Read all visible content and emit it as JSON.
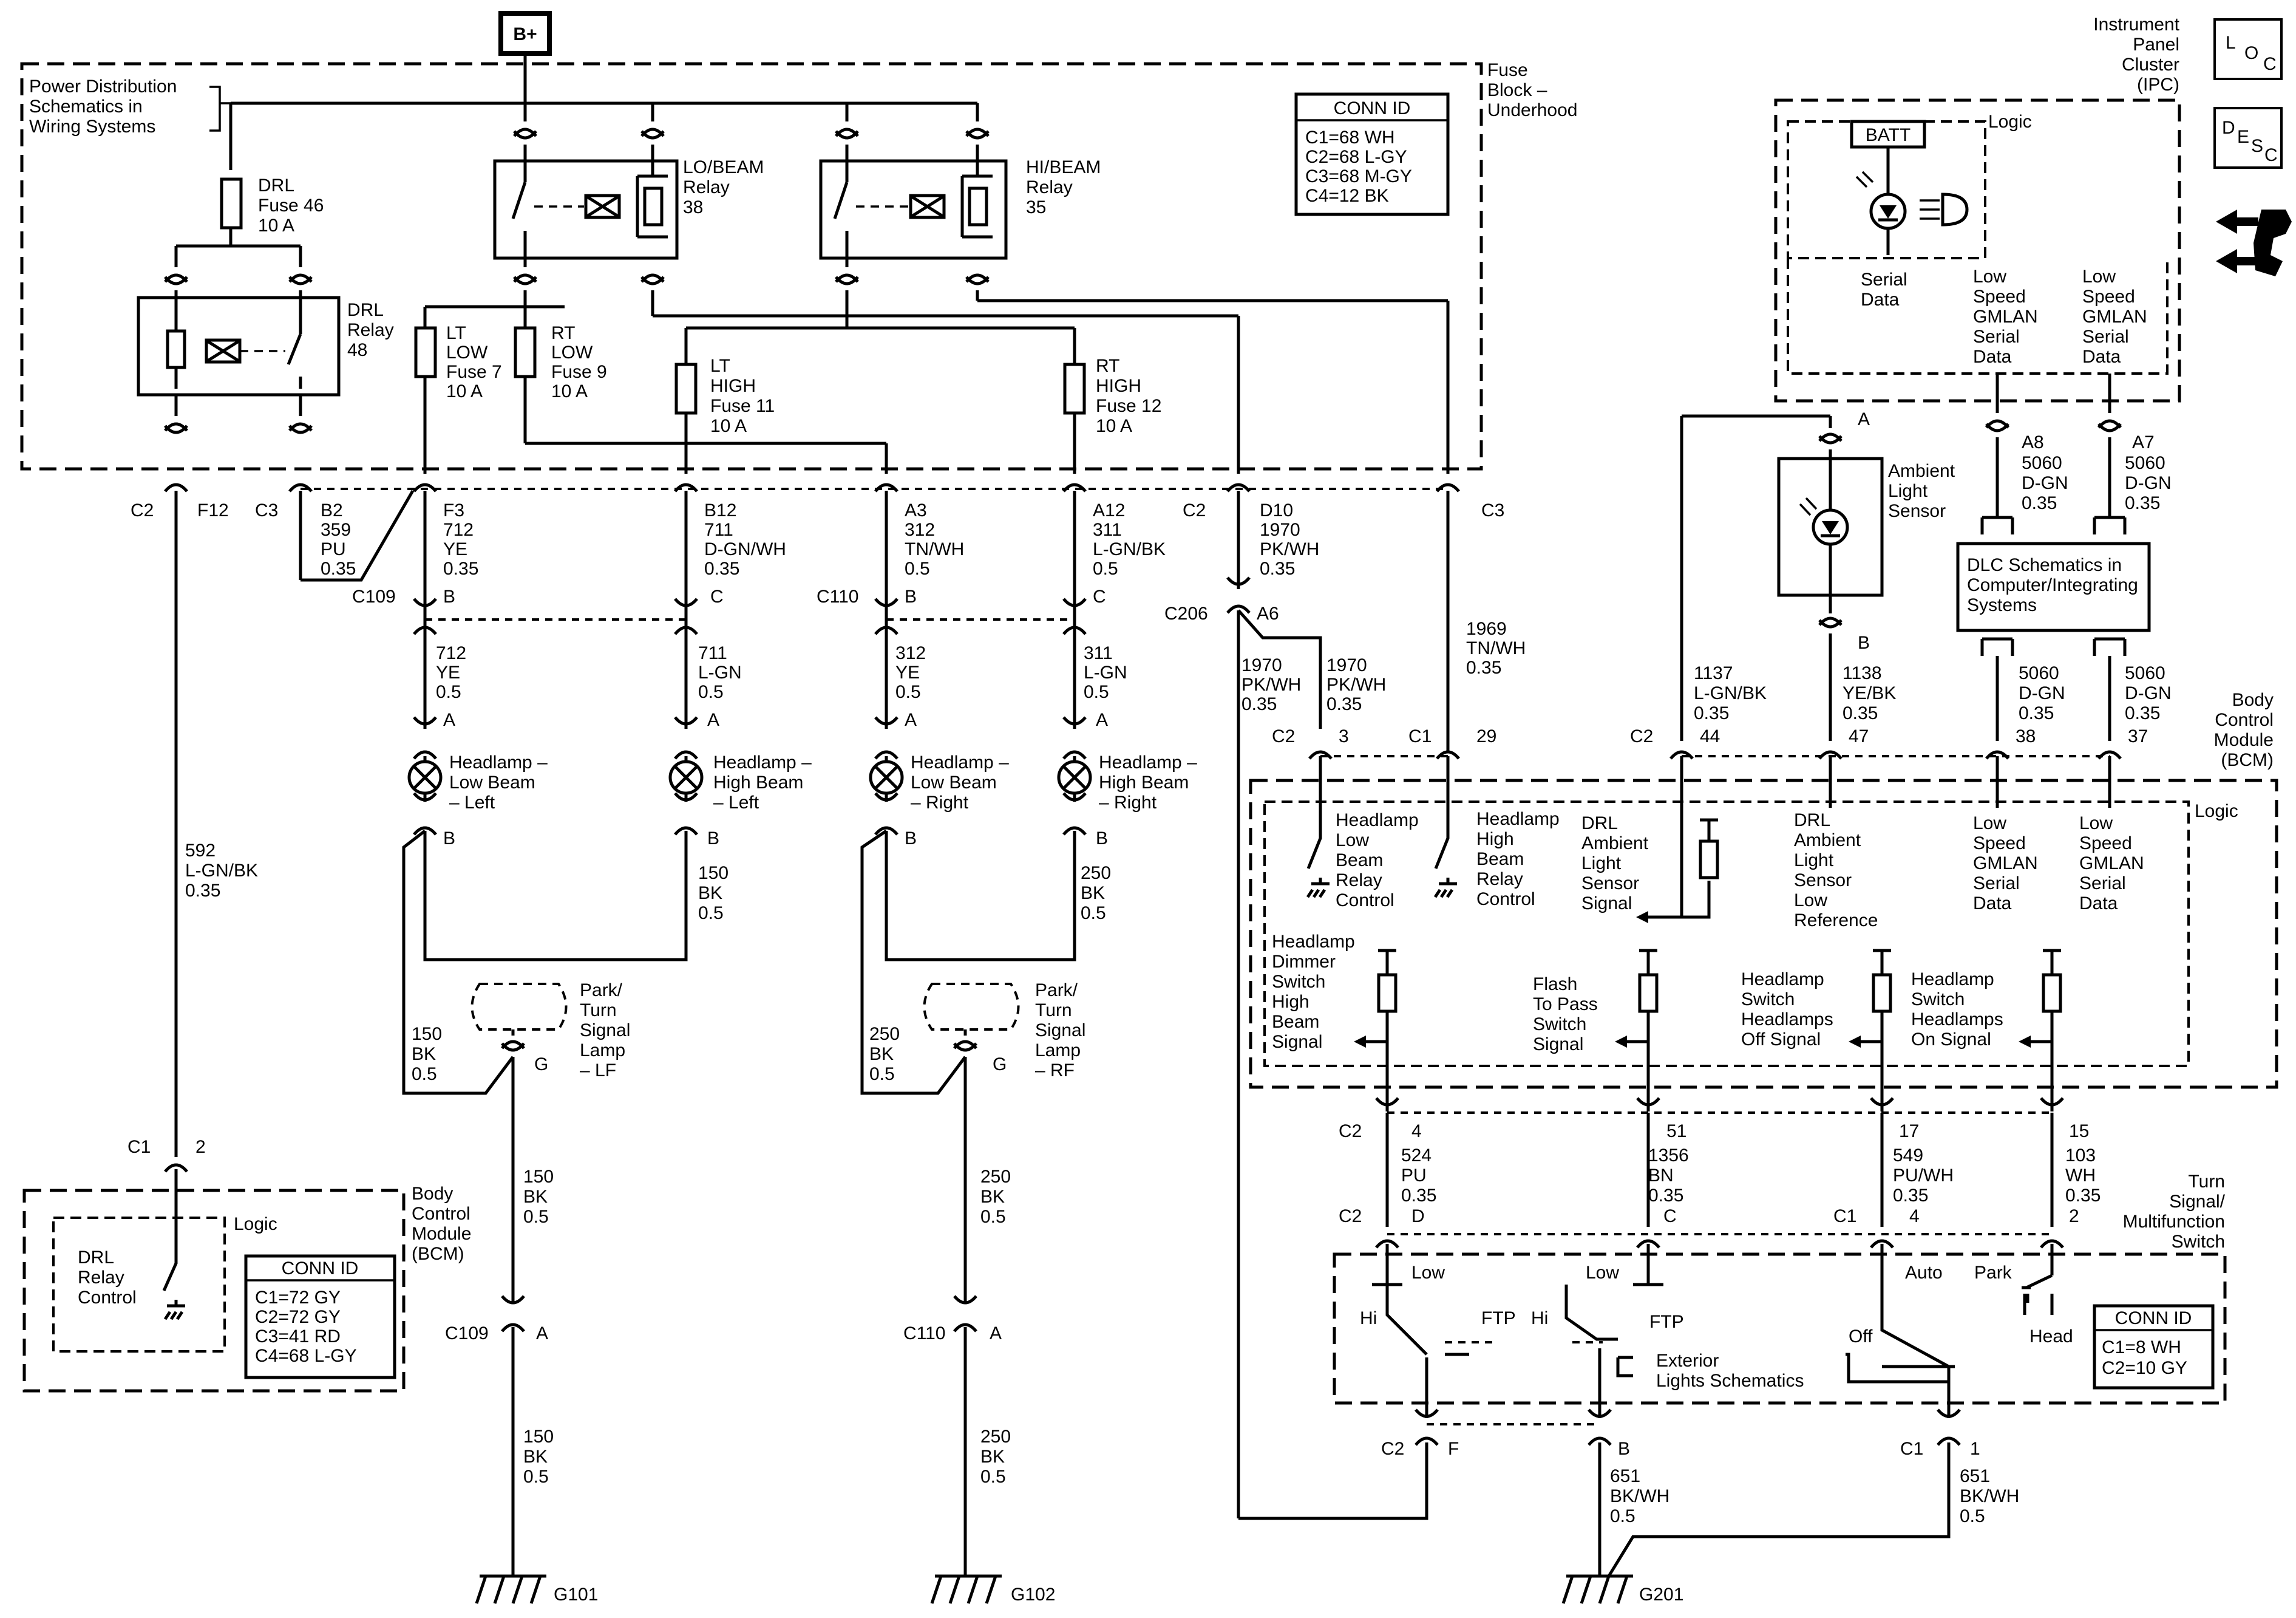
{
  "power": {
    "b_plus": "B+"
  },
  "fuse_block": {
    "title": [
      "Fuse",
      "Block –",
      "Underhood"
    ],
    "pdist_note": [
      "Power Distribution",
      "Schematics in",
      "Wiring Systems"
    ],
    "conn_id": {
      "title": "CONN ID",
      "lines": [
        "C1=68 WH",
        "C2=68 L-GY",
        "C3=68 M-GY",
        "C4=12 BK"
      ]
    },
    "drl_fuse": [
      "DRL",
      "Fuse 46",
      "10 A"
    ],
    "drl_relay": [
      "DRL",
      "Relay",
      "48"
    ],
    "lo_relay": [
      "LO/BEAM",
      "Relay",
      "38"
    ],
    "hi_relay": [
      "HI/BEAM",
      "Relay",
      "35"
    ],
    "lt_low_fuse": [
      "LT",
      "LOW",
      "Fuse 7",
      "10 A"
    ],
    "rt_low_fuse": [
      "RT",
      "LOW",
      "Fuse 9",
      "10 A"
    ],
    "lt_high_fuse": [
      "LT",
      "HIGH",
      "Fuse 11",
      "10 A"
    ],
    "rt_high_fuse": [
      "RT",
      "HIGH",
      "Fuse 12",
      "10 A"
    ]
  },
  "conn_labels": {
    "c2_a": "C2",
    "f12": "F12",
    "c3_a": "C3",
    "b2": "B2",
    "f3": "F3",
    "b12": "B12",
    "a3": "A3",
    "a12": "A12",
    "c2_b": "C2",
    "d10": "D10",
    "c3_b": "C3",
    "c109_top": "C109",
    "c109_b": "B",
    "c109_c": "C",
    "c110_top": "C110",
    "c110_b": "B",
    "c110_c": "C",
    "c206": "C206",
    "a6": "A6"
  },
  "wires": {
    "w359": [
      "359",
      "PU",
      "0.35"
    ],
    "w712a": [
      "712",
      "YE",
      "0.35"
    ],
    "w711a": [
      "711",
      "D-GN/WH",
      "0.35"
    ],
    "w312a": [
      "312",
      "TN/WH",
      "0.5"
    ],
    "w311a": [
      "311",
      "L-GN/BK",
      "0.5"
    ],
    "w1970a": [
      "1970",
      "PK/WH",
      "0.35"
    ],
    "w712b": [
      "712",
      "YE",
      "0.5"
    ],
    "w711b": [
      "711",
      "L-GN",
      "0.5"
    ],
    "w312b": [
      "312",
      "YE",
      "0.5"
    ],
    "w311b": [
      "311",
      "L-GN",
      "0.5"
    ],
    "w1970b": [
      "1970",
      "PK/WH",
      "0.35"
    ],
    "w1970c": [
      "1970",
      "PK/WH",
      "0.35"
    ],
    "w1969": [
      "1969",
      "TN/WH",
      "0.35"
    ],
    "w592": [
      "592",
      "L-GN/BK",
      "0.35"
    ],
    "w150a": [
      "150",
      "BK",
      "0.5"
    ],
    "w250a": [
      "250",
      "BK",
      "0.5"
    ],
    "w150b": [
      "150",
      "BK",
      "0.5"
    ],
    "w250b": [
      "250",
      "BK",
      "0.5"
    ],
    "w150c": [
      "150",
      "BK",
      "0.5"
    ],
    "w250c": [
      "250",
      "BK",
      "0.5"
    ],
    "w150d": [
      "150",
      "BK",
      "0.5"
    ],
    "w250d": [
      "250",
      "BK",
      "0.5"
    ],
    "w1137": [
      "1137",
      "L-GN/BK",
      "0.35"
    ],
    "w1138": [
      "1138",
      "YE/BK",
      "0.35"
    ],
    "w5060a": [
      "5060",
      "D-GN",
      "0.35"
    ],
    "w5060b": [
      "5060",
      "D-GN",
      "0.35"
    ],
    "w5060c": [
      "5060",
      "D-GN",
      "0.35"
    ],
    "w5060d": [
      "5060",
      "D-GN",
      "0.35"
    ],
    "w524": [
      "524",
      "PU",
      "0.35"
    ],
    "w1356": [
      "1356",
      "BN",
      "0.35"
    ],
    "w549": [
      "549",
      "PU/WH",
      "0.35"
    ],
    "w103": [
      "103",
      "WH",
      "0.35"
    ],
    "w651a": [
      "651",
      "BK/WH",
      "0.5"
    ],
    "w651b": [
      "651",
      "BK/WH",
      "0.5"
    ]
  },
  "headlamps": {
    "low_left": [
      "Headlamp –",
      "Low Beam",
      "– Left"
    ],
    "high_left": [
      "Headlamp –",
      "High Beam",
      "– Left"
    ],
    "low_right": [
      "Headlamp –",
      "Low Beam",
      "– Right"
    ],
    "high_right": [
      "Headlamp –",
      "High Beam",
      "– Right"
    ],
    "pin_a": "A",
    "pin_b": "B"
  },
  "park_lamps": {
    "lf": [
      "Park/",
      "Turn",
      "Signal",
      "Lamp",
      "– LF"
    ],
    "rf": [
      "Park/",
      "Turn",
      "Signal",
      "Lamp",
      "– RF"
    ],
    "pin_g": "G"
  },
  "grounds": {
    "c109": "C109",
    "c110": "C110",
    "pin_a": "A",
    "g101": "G101",
    "g102": "G102",
    "g201": "G201"
  },
  "bcm_left": {
    "title": [
      "Body",
      "Control",
      "Module",
      "(BCM)"
    ],
    "logic": "Logic",
    "drl_control": [
      "DRL",
      "Relay",
      "Control"
    ],
    "c1": "C1",
    "pin2": "2",
    "conn_id": {
      "title": "CONN ID",
      "lines": [
        "C1=72 GY",
        "C2=72 GY",
        "C3=41 RD",
        "C4=68 L-GY"
      ]
    }
  },
  "ipc": {
    "title": [
      "Instrument",
      "Panel",
      "Cluster",
      "(IPC)"
    ],
    "logic": "Logic",
    "batt": "BATT",
    "serial_data": [
      "Serial",
      "Data"
    ],
    "gmlan1": [
      "Low",
      "Speed",
      "GMLAN",
      "Serial",
      "Data"
    ],
    "gmlan2": [
      "Low",
      "Speed",
      "GMLAN",
      "Serial",
      "Data"
    ],
    "pin_a8": "A8",
    "pin_a7": "A7",
    "loc": [
      "L",
      "O",
      "C"
    ],
    "desc": [
      "D",
      "E",
      "S",
      "C"
    ]
  },
  "ambient_sensor": {
    "label": [
      "Ambient",
      "Light",
      "Sensor"
    ],
    "pin_a": "A",
    "pin_b": "B"
  },
  "dlc": {
    "label": [
      "DLC Schematics in",
      "Computer/Integrating",
      "Systems"
    ]
  },
  "bcm_right": {
    "title": [
      "Body",
      "Control",
      "Module",
      "(BCM)"
    ],
    "logic": "Logic",
    "c2_a": "C2",
    "pin3": "3",
    "c1": "C1",
    "pin29": "29",
    "c2_b": "C2",
    "pin44": "44",
    "pin47": "47",
    "pin38": "38",
    "pin37": "37",
    "low_relay": [
      "Headlamp",
      "Low",
      "Beam",
      "Relay",
      "Control"
    ],
    "high_relay": [
      "Headlamp",
      "High",
      "Beam",
      "Relay",
      "Control"
    ],
    "drl_sig": [
      "DRL",
      "Ambient",
      "Light",
      "Sensor",
      "Signal"
    ],
    "drl_low_ref": [
      "DRL",
      "Ambient",
      "Light",
      "Sensor",
      "Low",
      "Reference"
    ],
    "gmlan1": [
      "Low",
      "Speed",
      "GMLAN",
      "Serial",
      "Data"
    ],
    "gmlan2": [
      "Low",
      "Speed",
      "GMLAN",
      "Serial",
      "Data"
    ],
    "dimmer": [
      "Headlamp",
      "Dimmer",
      "Switch",
      "High",
      "Beam",
      "Signal"
    ],
    "flash": [
      "Flash",
      "To Pass",
      "Switch",
      "Signal"
    ],
    "off_sig": [
      "Headlamp",
      "Switch",
      "Headlamps",
      "Off Signal"
    ],
    "on_sig": [
      "Headlamp",
      "Switch",
      "Headlamps",
      "On Signal"
    ],
    "c2_b2": "C2",
    "pin4": "4",
    "pin51": "51",
    "pin17": "17",
    "pin15": "15"
  },
  "turn_switch": {
    "title": [
      "Turn",
      "Signal/",
      "Multifunction",
      "Switch"
    ],
    "c2_top": "C2",
    "pin_d": "D",
    "pin_c": "C",
    "c1_top": "C1",
    "pin_4": "4",
    "pin_2": "2",
    "low1": "Low",
    "low2": "Low",
    "hi1": "Hi",
    "hi2": "Hi",
    "ftp1": "FTP",
    "ftp2": "FTP",
    "auto": "Auto",
    "park": "Park",
    "off": "Off",
    "head": "Head",
    "ext_lights": [
      "Exterior",
      "Lights Schematics"
    ],
    "c2_bot": "C2",
    "pin_f": "F",
    "pin_b": "B",
    "c1_bot": "C1",
    "pin_1": "1",
    "conn_id": {
      "title": "CONN ID",
      "lines": [
        "C1=8 WH",
        "C2=10 GY"
      ]
    }
  }
}
